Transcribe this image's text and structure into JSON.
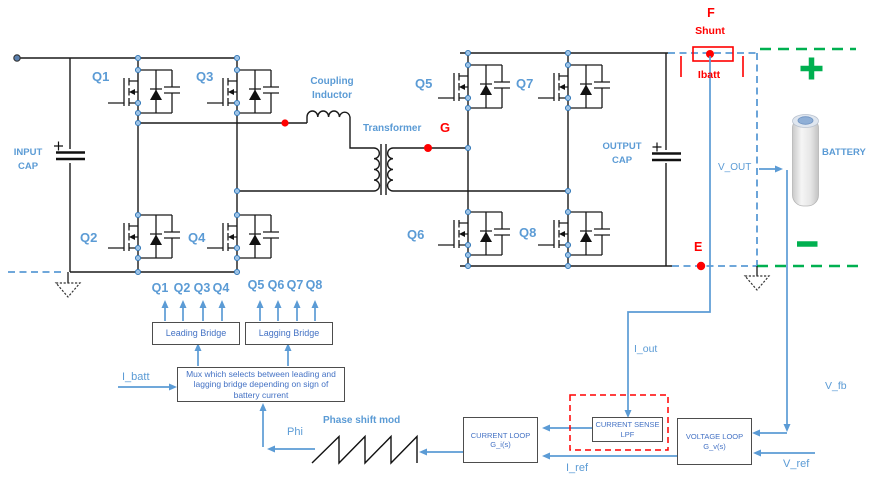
{
  "power_stage": {
    "input_cap_label_1": "INPUT",
    "input_cap_label_2": "CAP",
    "q_labels": {
      "q1": "Q1",
      "q2": "Q2",
      "q3": "Q3",
      "q4": "Q4",
      "q5": "Q5",
      "q6": "Q6",
      "q7": "Q7",
      "q8": "Q8"
    },
    "coupling_inductor_1": "Coupling",
    "coupling_inductor_2": "Inductor",
    "transformer": "Transformer",
    "output_cap_label_1": "OUTPUT",
    "output_cap_label_2": "CAP",
    "battery": "BATTERY",
    "v_out": "V_OUT"
  },
  "test_points": {
    "f": "F",
    "g": "G",
    "e": "E",
    "shunt": "Shunt",
    "ibatt": "Ibatt"
  },
  "control": {
    "gate_signals": [
      "Q1",
      "Q2",
      "Q3",
      "Q4",
      "Q5",
      "Q6",
      "Q7",
      "Q8"
    ],
    "leading_bridge": "Leading Bridge",
    "lagging_bridge": "Lagging Bridge",
    "mux_description": "Mux which selects between leading and lagging bridge depending on sign of battery current",
    "i_batt": "I_batt",
    "phi": "Phi",
    "phase_shift_mod": "Phase shift mod",
    "current_loop_1": "CURRENT LOOP",
    "current_loop_2": "G_i(s)",
    "current_sense_1": "CURRENT SENSE",
    "current_sense_2": "LPF",
    "voltage_loop_1": "VOLTAGE LOOP",
    "voltage_loop_2": "G_v(s)",
    "i_out": "I_out",
    "i_ref": "I_ref",
    "v_fb": "V_fb",
    "v_ref": "V_ref"
  },
  "colors": {
    "accent_blue": "#5B9BD5",
    "box_text_blue": "#4472C4",
    "signal_red": "#FF0000",
    "battery_green": "#00B050",
    "wire": "#1A1A1A"
  },
  "icons": [
    "ground-icon",
    "battery-icon",
    "shunt-resistor-icon",
    "mosfet-icon",
    "transformer-icon",
    "sawtooth-waveform-icon"
  ]
}
